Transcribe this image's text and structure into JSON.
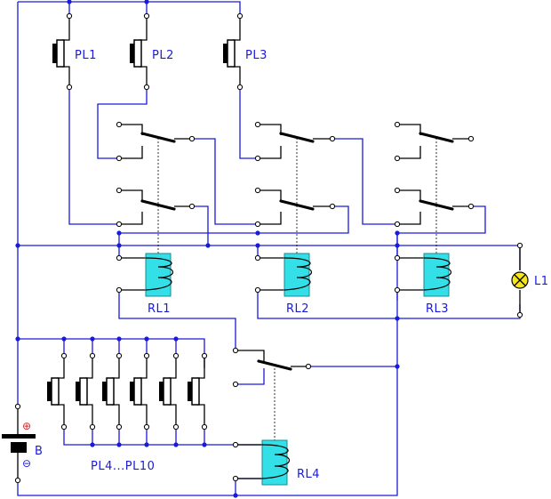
{
  "labels": {
    "pl1": "PL1",
    "pl2": "PL2",
    "pl3": "PL3",
    "pl_group": "PL4...PL10",
    "rl1": "RL1",
    "rl2": "RL2",
    "rl3": "RL3",
    "rl4": "RL4",
    "lamp": "L1",
    "battery": "B",
    "plus": "⊕",
    "minus": "⊖"
  },
  "colors": {
    "wire": "#1a1adc",
    "coil_fill": "#33e0e8",
    "lamp_fill": "#f5e61e",
    "plus_color": "#e02020",
    "minus_color": "#1a1adc"
  }
}
